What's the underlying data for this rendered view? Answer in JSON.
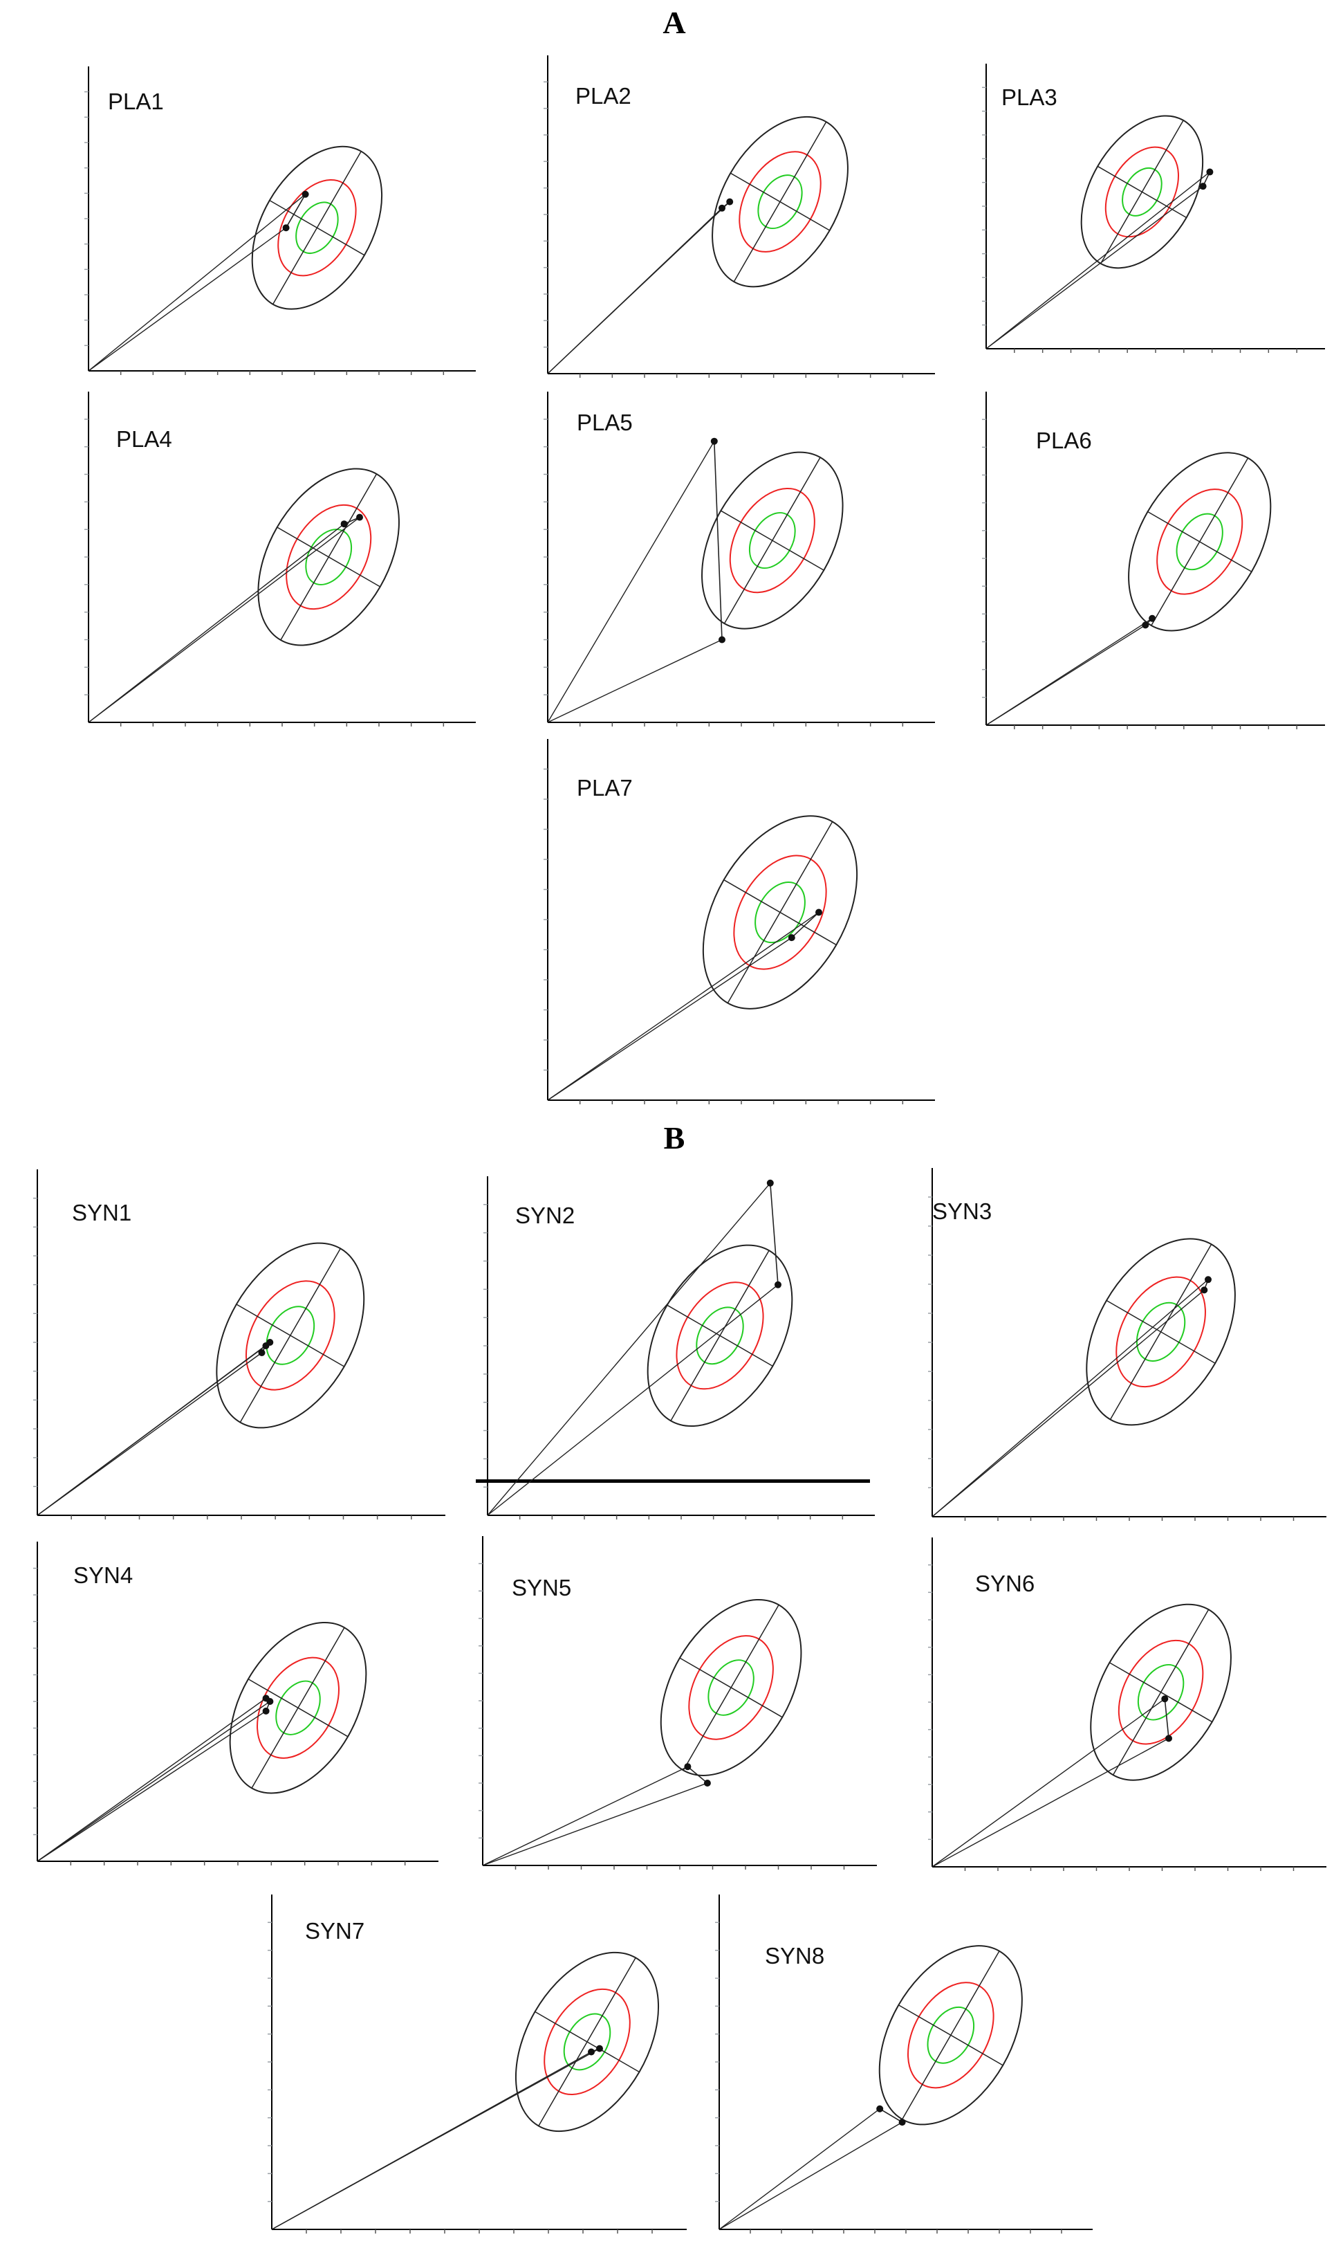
{
  "figure": {
    "section_a": "A",
    "section_b": "B"
  },
  "chart_data": [
    {
      "type": "rxc_ellipse",
      "label": "PLA1",
      "center": [
        0.59,
        0.47
      ],
      "ellipse_tilt_deg": 60,
      "ellipses": {
        "green": [
          0.09,
          0.06
        ],
        "red": [
          0.17,
          0.11
        ],
        "black": [
          0.29,
          0.18
        ]
      },
      "points": [
        [
          0.51,
          0.47
        ],
        [
          0.56,
          0.58
        ]
      ]
    },
    {
      "type": "rxc_ellipse",
      "label": "PLA2",
      "center": [
        0.6,
        0.54
      ],
      "ellipse_tilt_deg": 60,
      "ellipses": {
        "green": [
          0.09,
          0.06
        ],
        "red": [
          0.17,
          0.11
        ],
        "black": [
          0.29,
          0.18
        ]
      },
      "points": [
        [
          0.45,
          0.52
        ],
        [
          0.47,
          0.54
        ]
      ]
    },
    {
      "type": "rxc_ellipse",
      "label": "PLA3",
      "center": [
        0.46,
        0.55
      ],
      "ellipse_tilt_deg": 60,
      "ellipses": {
        "green": [
          0.09,
          0.06
        ],
        "red": [
          0.17,
          0.11
        ],
        "black": [
          0.29,
          0.18
        ]
      },
      "points": [
        [
          0.64,
          0.57
        ],
        [
          0.66,
          0.62
        ]
      ]
    },
    {
      "type": "rxc_ellipse",
      "label": "PLA4",
      "center": [
        0.62,
        0.5
      ],
      "ellipse_tilt_deg": 60,
      "ellipses": {
        "green": [
          0.09,
          0.06
        ],
        "red": [
          0.17,
          0.11
        ],
        "black": [
          0.29,
          0.18
        ]
      },
      "points": [
        [
          0.66,
          0.6
        ],
        [
          0.7,
          0.62
        ]
      ]
    },
    {
      "type": "rxc_ellipse",
      "label": "PLA5",
      "center": [
        0.58,
        0.55
      ],
      "ellipse_tilt_deg": 60,
      "ellipses": {
        "green": [
          0.09,
          0.06
        ],
        "red": [
          0.17,
          0.11
        ],
        "black": [
          0.29,
          0.18
        ]
      },
      "points": [
        [
          0.45,
          0.25
        ],
        [
          0.43,
          0.85
        ]
      ]
    },
    {
      "type": "rxc_ellipse",
      "label": "PLA6",
      "center": [
        0.63,
        0.55
      ],
      "ellipse_tilt_deg": 60,
      "ellipses": {
        "green": [
          0.09,
          0.06
        ],
        "red": [
          0.17,
          0.11
        ],
        "black": [
          0.29,
          0.18
        ]
      },
      "points": [
        [
          0.47,
          0.3
        ],
        [
          0.49,
          0.32
        ]
      ]
    },
    {
      "type": "rxc_ellipse",
      "label": "PLA7",
      "center": [
        0.6,
        0.52
      ],
      "ellipse_tilt_deg": 60,
      "ellipses": {
        "green": [
          0.09,
          0.06
        ],
        "red": [
          0.17,
          0.11
        ],
        "black": [
          0.29,
          0.18
        ]
      },
      "points": [
        [
          0.7,
          0.52
        ],
        [
          0.63,
          0.45
        ]
      ]
    },
    {
      "type": "rxc_ellipse",
      "label": "SYN1",
      "center": [
        0.62,
        0.52
      ],
      "ellipse_tilt_deg": 60,
      "ellipses": {
        "green": [
          0.09,
          0.06
        ],
        "red": [
          0.17,
          0.11
        ],
        "black": [
          0.29,
          0.18
        ]
      },
      "points": [
        [
          0.55,
          0.47
        ],
        [
          0.56,
          0.49
        ],
        [
          0.57,
          0.5
        ]
      ]
    },
    {
      "type": "rxc_ellipse",
      "label": "SYN2",
      "center": [
        0.6,
        0.53
      ],
      "ellipse_tilt_deg": 60,
      "ellipses": {
        "green": [
          0.09,
          0.06
        ],
        "red": [
          0.17,
          0.11
        ],
        "black": [
          0.29,
          0.18
        ]
      },
      "points": [
        [
          0.75,
          0.68
        ],
        [
          0.73,
          0.98
        ]
      ]
    },
    {
      "type": "rxc_ellipse",
      "label": "SYN3",
      "center": [
        0.58,
        0.53
      ],
      "ellipse_tilt_deg": 60,
      "ellipses": {
        "green": [
          0.09,
          0.06
        ],
        "red": [
          0.17,
          0.11
        ],
        "black": [
          0.29,
          0.18
        ]
      },
      "points": [
        [
          0.69,
          0.65
        ],
        [
          0.7,
          0.68
        ]
      ]
    },
    {
      "type": "rxc_ellipse",
      "label": "SYN4",
      "center": [
        0.65,
        0.48
      ],
      "ellipse_tilt_deg": 60,
      "ellipses": {
        "green": [
          0.09,
          0.06
        ],
        "red": [
          0.17,
          0.11
        ],
        "black": [
          0.29,
          0.18
        ]
      },
      "points": [
        [
          0.57,
          0.47
        ],
        [
          0.58,
          0.5
        ],
        [
          0.57,
          0.51
        ]
      ]
    },
    {
      "type": "rxc_ellipse",
      "label": "SYN5",
      "center": [
        0.63,
        0.54
      ],
      "ellipse_tilt_deg": 60,
      "ellipses": {
        "green": [
          0.09,
          0.06
        ],
        "red": [
          0.17,
          0.11
        ],
        "black": [
          0.29,
          0.18
        ]
      },
      "points": [
        [
          0.52,
          0.3
        ],
        [
          0.57,
          0.25
        ]
      ]
    },
    {
      "type": "rxc_ellipse",
      "label": "SYN6",
      "center": [
        0.58,
        0.53
      ],
      "ellipse_tilt_deg": 60,
      "ellipses": {
        "green": [
          0.09,
          0.06
        ],
        "red": [
          0.17,
          0.11
        ],
        "black": [
          0.29,
          0.18
        ]
      },
      "points": [
        [
          0.6,
          0.39
        ],
        [
          0.59,
          0.51
        ]
      ]
    },
    {
      "type": "rxc_ellipse",
      "label": "SYN7",
      "center": [
        0.76,
        0.56
      ],
      "ellipse_tilt_deg": 60,
      "ellipses": {
        "green": [
          0.09,
          0.06
        ],
        "red": [
          0.17,
          0.11
        ],
        "black": [
          0.29,
          0.18
        ]
      },
      "points": [
        [
          0.77,
          0.53
        ],
        [
          0.79,
          0.54
        ]
      ]
    },
    {
      "type": "rxc_ellipse",
      "label": "SYN8",
      "center": [
        0.62,
        0.58
      ],
      "ellipse_tilt_deg": 60,
      "ellipses": {
        "green": [
          0.09,
          0.06
        ],
        "red": [
          0.17,
          0.11
        ],
        "black": [
          0.29,
          0.18
        ]
      },
      "points": [
        [
          0.43,
          0.36
        ],
        [
          0.49,
          0.32
        ]
      ]
    }
  ],
  "colors": {
    "inner_ellipse": "#22cc22",
    "middle_ellipse": "#ee2222",
    "outer_ellipse": "#222222",
    "vector": "#222222",
    "axis": "#000000"
  }
}
